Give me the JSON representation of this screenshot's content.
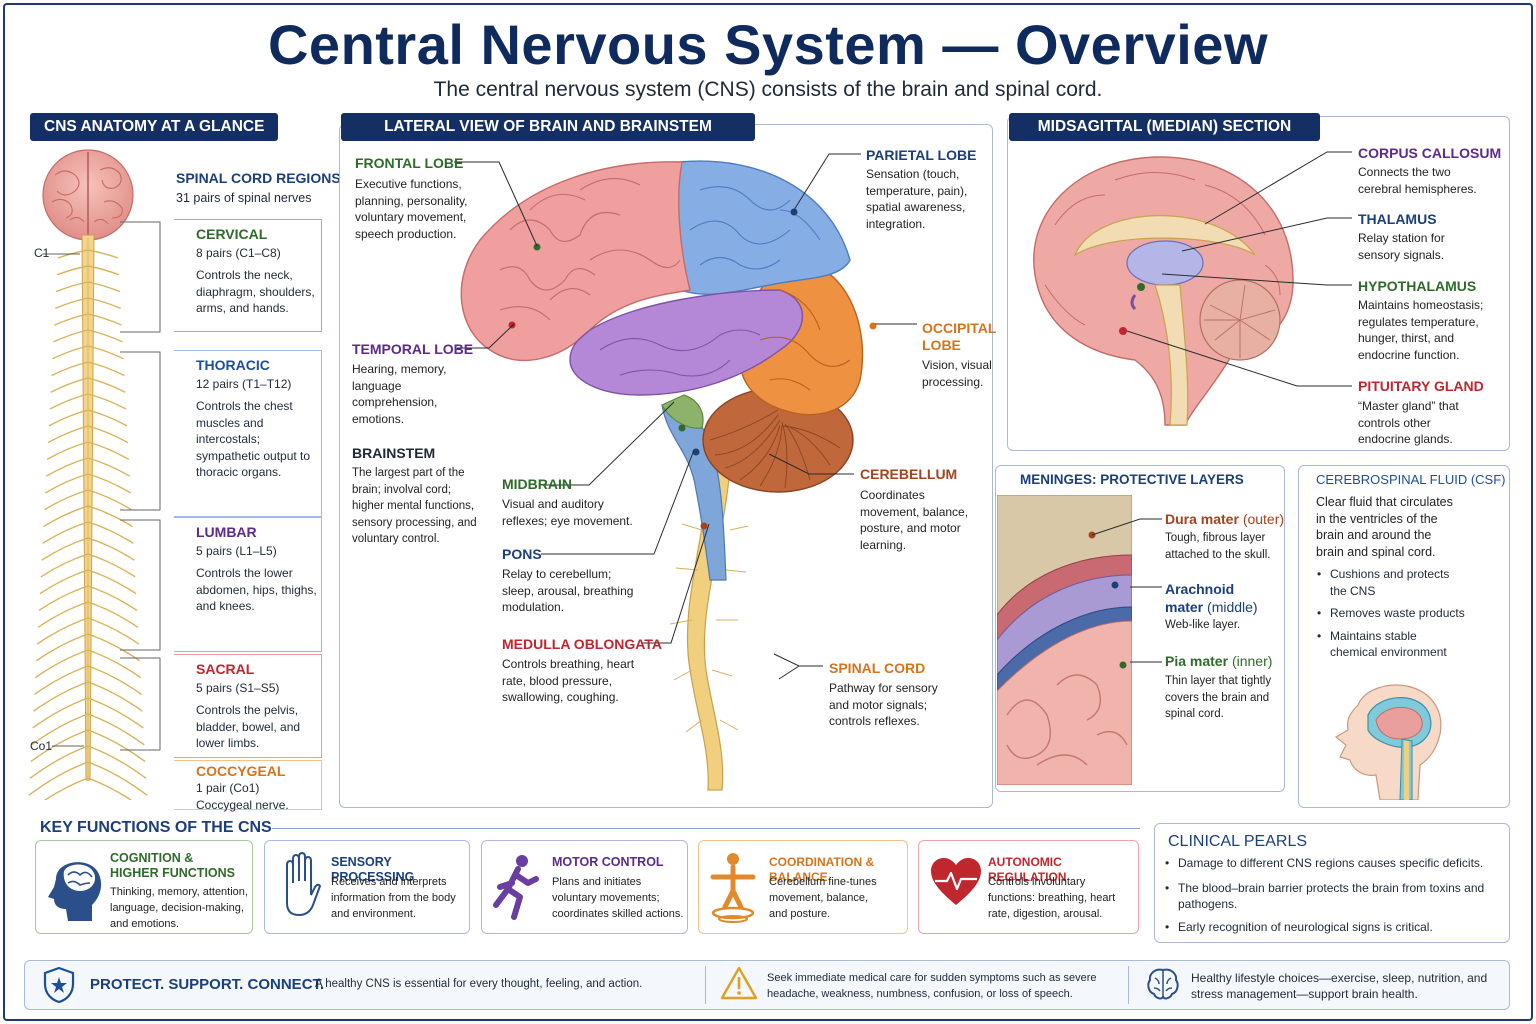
{
  "title": "Central Nervous System — Overview",
  "subtitle": "The central nervous system (CNS) consists of the brain and spinal cord.",
  "colors": {
    "navy": "#142f63",
    "green": "#2e6b2a",
    "purple": "#5b2a8a",
    "orange": "#d4751c",
    "red": "#c0262d",
    "blue": "#1b4f9a"
  },
  "anatomy": {
    "heading": "CNS ANATOMY AT A GLANCE",
    "regions_title": "SPINAL CORD REGIONS",
    "regions_sub": "31 pairs of spinal nerves",
    "marker_top": "C1",
    "marker_bottom": "Co1",
    "regions": [
      {
        "name": "CERVICAL",
        "pairs": "8 pairs (C1–C8)",
        "desc": "Controls the neck, diaphragm, shoulders, arms, and hands."
      },
      {
        "name": "THORACIC",
        "pairs": "12 pairs (T1–T12)",
        "desc": "Controls the chest muscles and intercostals; sympathetic output to thoracic organs."
      },
      {
        "name": "LUMBAR",
        "pairs": "5 pairs (L1–L5)",
        "desc": "Controls the lower abdomen, hips, thighs, and knees."
      },
      {
        "name": "SACRAL",
        "pairs": "5 pairs (S1–S5)",
        "desc": "Controls the pelvis, bladder, bowel, and lower limbs."
      },
      {
        "name": "COCCYGEAL",
        "pairs": "1 pair (Co1)",
        "desc": "Coccygeal nerve."
      }
    ]
  },
  "lateral": {
    "heading": "LATERAL VIEW OF BRAIN AND BRAINSTEM",
    "frontal": {
      "name": "FRONTAL LOBE",
      "desc": "Executive functions, planning, personality, voluntary movement, speech production."
    },
    "parietal": {
      "name": "PARIETAL LOBE",
      "desc": "Sensation (touch, temperature, pain), spatial awareness, integration."
    },
    "temporal": {
      "name": "TEMPORAL LOBE",
      "desc": "Hearing, memory, language comprehension, emotions."
    },
    "occipital": {
      "name": "OCCIPITAL LOBE",
      "desc": "Vision, visual processing."
    },
    "brainstem": {
      "name": "BRAINSTEM",
      "desc": "The largest part of the brain; involval cord; higher mental functions, sensory processing, and voluntary control."
    },
    "midbrain": {
      "name": "MIDBRAIN",
      "desc": "Visual and auditory reflexes; eye movement."
    },
    "pons": {
      "name": "PONS",
      "desc": "Relay to cerebellum; sleep, arousal, breathing modulation."
    },
    "medulla": {
      "name": "MEDULLA OBLONGATA",
      "desc": "Controls breathing, heart rate, blood pressure, swallowing, coughing."
    },
    "cerebellum": {
      "name": "CEREBELLUM",
      "desc": "Coordinates movement, balance, posture, and motor learning."
    },
    "spinal": {
      "name": "SPINAL CORD",
      "desc": "Pathway for sensory and motor signals; controls reflexes."
    }
  },
  "midsagittal": {
    "heading": "MIDSAGITTAL (MEDIAN) SECTION",
    "corpus": {
      "name": "CORPUS CALLOSUM",
      "desc": "Connects the two cerebral hemispheres."
    },
    "thalamus": {
      "name": "THALAMUS",
      "desc": "Relay station for sensory signals."
    },
    "hypothalamus": {
      "name": "HYPOTHALAMUS",
      "desc": "Maintains homeostasis; regulates temperature, hunger, thirst, and endocrine function."
    },
    "pituitary": {
      "name": "PITUITARY GLAND",
      "desc": "“Master gland” that controls other endocrine glands."
    }
  },
  "meninges": {
    "heading": "MENINGES: PROTECTIVE LAYERS",
    "dura": {
      "name": "Dura mater",
      "pos": "(outer)",
      "desc": "Tough, fibrous layer attached to the skull."
    },
    "arachnoid": {
      "name": "Arachnoid mater",
      "pos": "(middle)",
      "desc": "Web-like layer."
    },
    "pia": {
      "name": "Pia mater",
      "pos": "(inner)",
      "desc": "Thin layer that tightly covers the brain and spinal cord."
    }
  },
  "csf": {
    "heading": "CEREBROSPINAL FLUID (CSF)",
    "desc": "Clear fluid that circulates in the ventricles of the brain and around the brain and spinal cord.",
    "bullets": [
      "Cushions and protects the CNS",
      "Removes waste products",
      "Maintains stable chemical environment"
    ]
  },
  "functions": {
    "heading": "KEY FUNCTIONS OF THE CNS",
    "items": [
      {
        "title": "COGNITION & HIGHER FUNCTIONS",
        "desc": "Thinking, memory, attention, language, decision-making, and emotions.",
        "icon": "head-brain-icon"
      },
      {
        "title": "SENSORY PROCESSING",
        "desc": "Receives and interprets information from the body and environment.",
        "icon": "hand-icon"
      },
      {
        "title": "MOTOR CONTROL",
        "desc": "Plans and initiates voluntary movements; coordinates skilled actions.",
        "icon": "runner-icon"
      },
      {
        "title": "COORDINATION & BALANCE",
        "desc": "Cerebellum fine-tunes movement, balance, and posture.",
        "icon": "balance-icon"
      },
      {
        "title": "AUTONOMIC REGULATION",
        "desc": "Controls involuntary functions: breathing, heart rate, digestion, arousal.",
        "icon": "heart-icon"
      }
    ]
  },
  "clinical": {
    "heading": "CLINICAL PEARLS",
    "items": [
      "Damage to different CNS regions causes specific deficits.",
      "The blood–brain barrier protects the brain from toxins and pathogens.",
      "Early recognition of neurological signs is critical."
    ]
  },
  "footer": {
    "tagline": "PROTECT. SUPPORT. CONNECT.",
    "tagline_sub": "A healthy CNS is essential for every thought, feeling, and action.",
    "warning": "Seek immediate medical care for sudden symptoms such as severe headache, weakness, numbness, confusion, or loss of speech.",
    "lifestyle": "Healthy lifestyle choices—exercise, sleep, nutrition, and stress management—support brain health."
  }
}
